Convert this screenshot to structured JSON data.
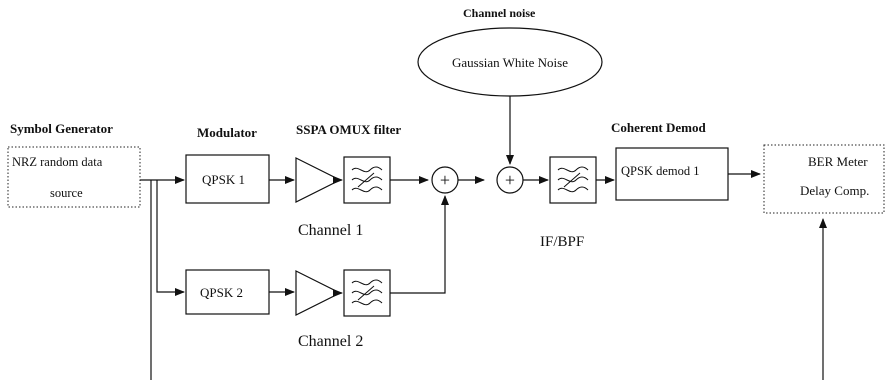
{
  "labels": {
    "symbol_generator": "Symbol Generator",
    "modulator": "Modulator",
    "sspa_omux": "SSPA OMUX filter",
    "channel_noise": "Channel noise",
    "coherent_demod": "Coherent Demod",
    "channel1": "Channel 1",
    "channel2": "Channel 2",
    "if_bpf": "IF/BPF"
  },
  "blocks": {
    "source_line1": "NRZ random data",
    "source_line2": "source",
    "qpsk1": "QPSK 1",
    "qpsk2": "QPSK 2",
    "noise": "Gaussian White Noise",
    "demod": "QPSK demod 1",
    "ber_line1": "BER Meter",
    "ber_line2": "Delay Comp."
  },
  "symbols": {
    "adder": "+"
  }
}
